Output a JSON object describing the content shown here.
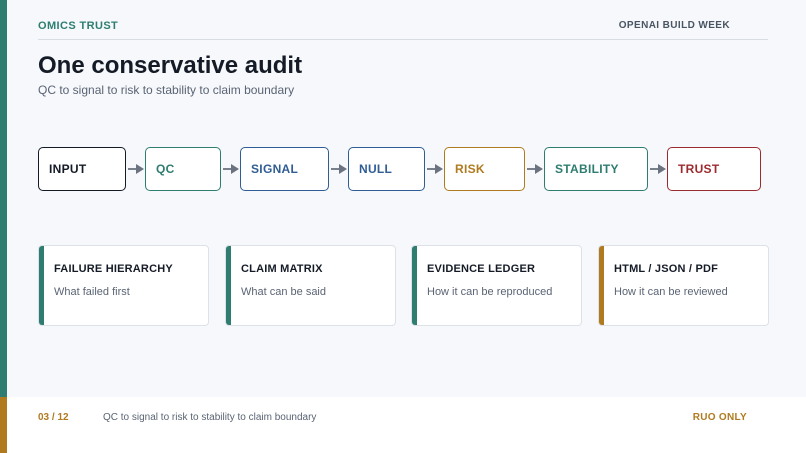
{
  "header": {
    "brand": "OMICS TRUST",
    "event": "OPENAI BUILD WEEK"
  },
  "slide": {
    "title": "One conservative audit",
    "subtitle": "QC to signal to risk to stability to claim boundary"
  },
  "pipeline": {
    "stages": [
      {
        "label": "INPUT",
        "color": "#151b26"
      },
      {
        "label": "QC",
        "color": "#2e7d70"
      },
      {
        "label": "SIGNAL",
        "color": "#2f5d94"
      },
      {
        "label": "NULL",
        "color": "#2f5d94"
      },
      {
        "label": "RISK",
        "color": "#b07a1e"
      },
      {
        "label": "STABILITY",
        "color": "#2e7d70"
      },
      {
        "label": "TRUST",
        "color": "#9b2b2f"
      }
    ],
    "arrow_color": "#6b7280"
  },
  "cards": [
    {
      "title": "FAILURE HIERARCHY",
      "desc": "What failed first",
      "accent": "#2e7d70"
    },
    {
      "title": "CLAIM MATRIX",
      "desc": "What can be said",
      "accent": "#2e7d70"
    },
    {
      "title": "EVIDENCE LEDGER",
      "desc": "How it can be reproduced",
      "accent": "#2e7d70"
    },
    {
      "title": "HTML / JSON / PDF",
      "desc": "How it can be reviewed",
      "accent": "#b07a1e"
    }
  ],
  "footer": {
    "page": "03 / 12",
    "caption": "QC to signal to risk to stability to claim boundary",
    "badge": "RUO ONLY"
  },
  "colors": {
    "teal": "#2e7d70",
    "gold": "#b07a1e",
    "blue": "#2f5d94",
    "red": "#9b2b2f"
  }
}
